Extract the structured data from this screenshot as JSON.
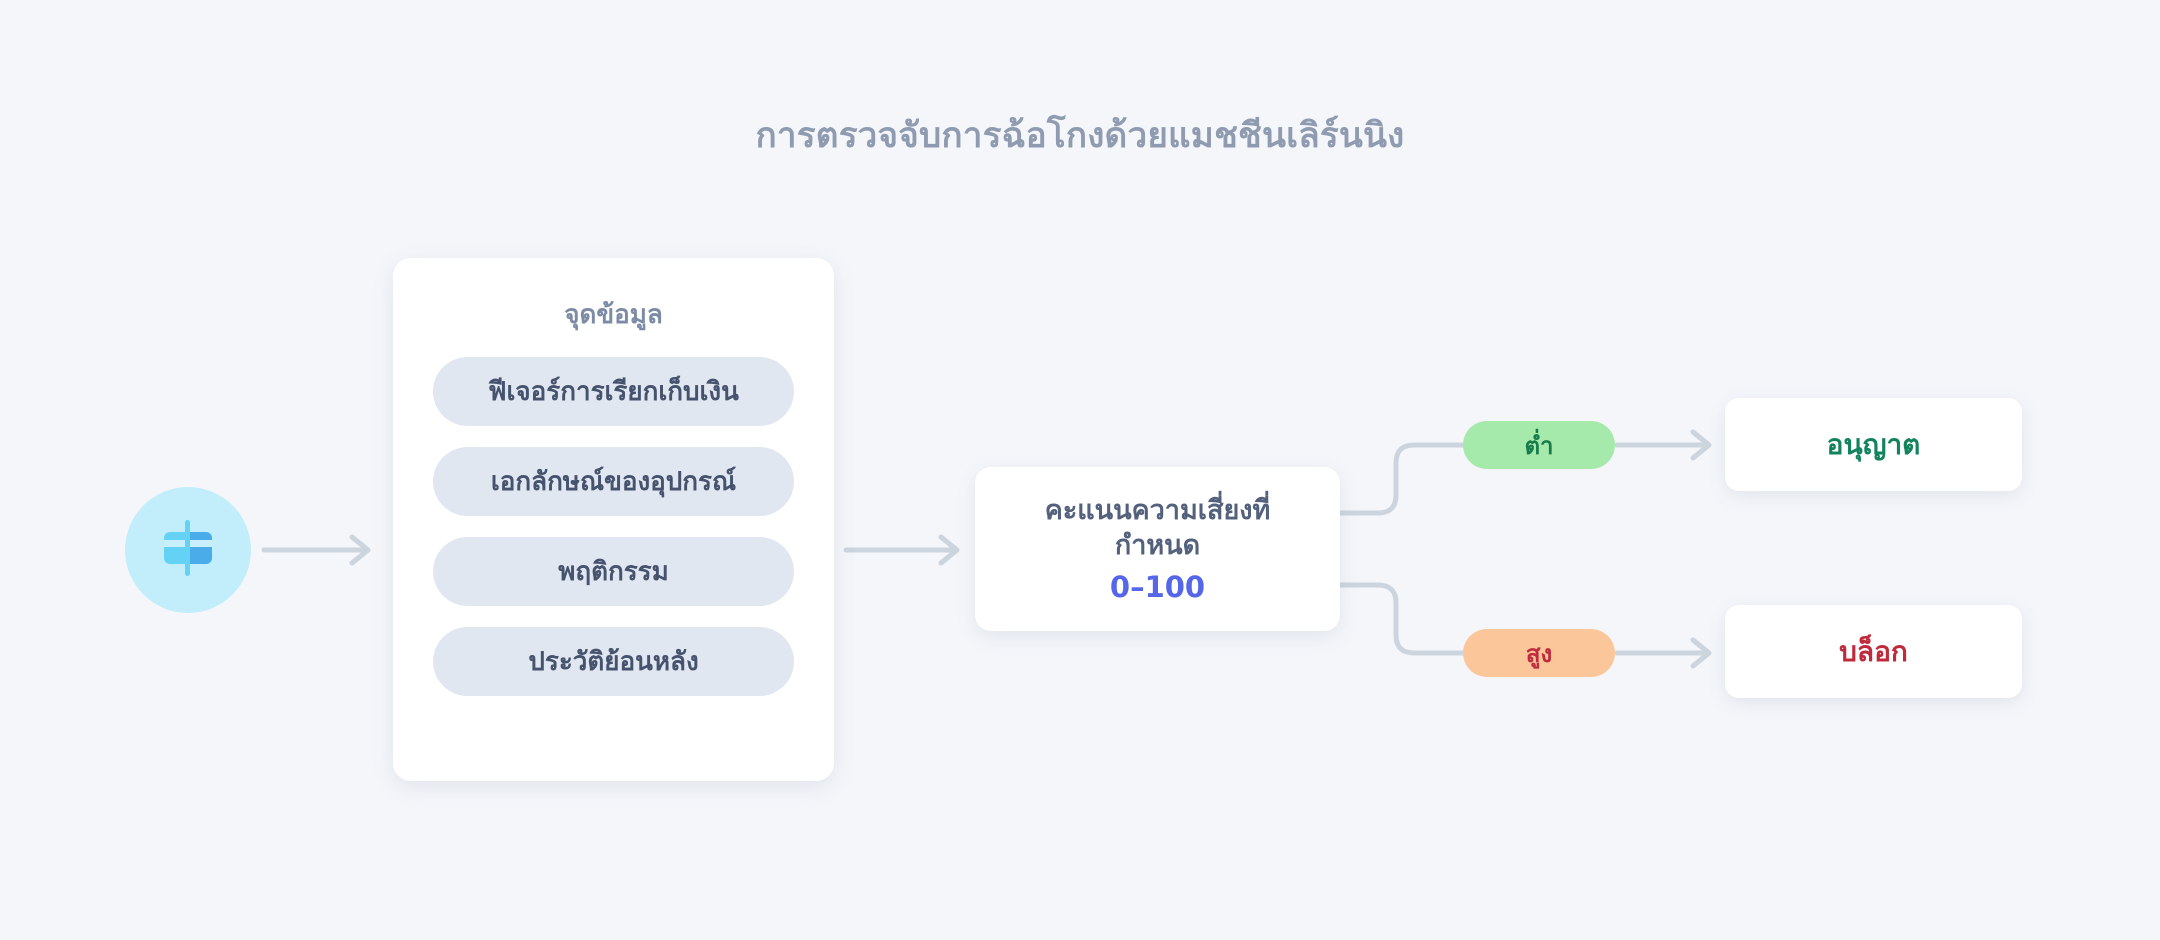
{
  "title": "การตรวจจับการฉ้อโกงด้วยแมชชีนเลิร์นนิง",
  "source": {
    "icon": "credit-card-icon",
    "circle_color": "#c2eefc",
    "card_left_color": "#63d2f5",
    "card_right_color": "#4aace8"
  },
  "datapoints": {
    "heading": "จุดข้อมูล",
    "pills": [
      {
        "label": "ฟีเจอร์การเรียกเก็บเงิน"
      },
      {
        "label": "เอกลักษณ์ของอุปกรณ์"
      },
      {
        "label": "พฤติกรรม"
      },
      {
        "label": "ประวัติย้อนหลัง"
      }
    ],
    "pill_bg": "#e1e7f0",
    "pill_text_color": "#46536e"
  },
  "risk": {
    "label": "คะแนนความเสี่ยงที่กำหนด",
    "range": "0–100",
    "range_color": "#5566e8"
  },
  "branches": [
    {
      "badge": "ต่ำ",
      "badge_bg": "#a5e9ab",
      "badge_text_color": "#177c4c",
      "outcome": "อนุญาต",
      "outcome_color": "#12835a"
    },
    {
      "badge": "สูง",
      "badge_bg": "#fbc79a",
      "badge_text_color": "#bf2a3c",
      "outcome": "บล็อก",
      "outcome_color": "#bf2a3c"
    }
  ],
  "connectors": {
    "line_color": "#ccd5de",
    "arrow_icon": "arrow-right-icon"
  },
  "background_color": "#f4f6fa"
}
